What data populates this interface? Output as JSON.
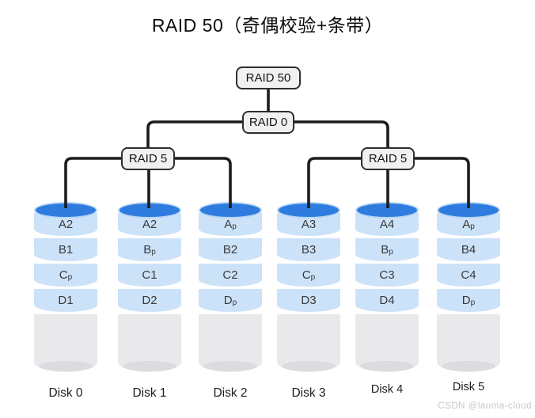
{
  "title": "RAID 50（奇偶校验+条带）",
  "tree": {
    "root": "RAID 50",
    "stripe": "RAID 0",
    "groups": [
      "RAID 5",
      "RAID 5"
    ]
  },
  "disks": [
    {
      "label": "Disk 0",
      "blocks": [
        {
          "text": "A2"
        },
        {
          "text": "B1"
        },
        {
          "text": "C",
          "sub": "p"
        },
        {
          "text": "D1"
        }
      ]
    },
    {
      "label": "Disk 1",
      "blocks": [
        {
          "text": "A2"
        },
        {
          "text": "B",
          "sub": "p"
        },
        {
          "text": "C1"
        },
        {
          "text": "D2"
        }
      ]
    },
    {
      "label": "Disk 2",
      "blocks": [
        {
          "text": "A",
          "sub": "p"
        },
        {
          "text": "B2"
        },
        {
          "text": "C2"
        },
        {
          "text": "D",
          "sub": "p"
        }
      ]
    },
    {
      "label": "Disk 3",
      "blocks": [
        {
          "text": "A3"
        },
        {
          "text": "B3"
        },
        {
          "text": "C",
          "sub": "p"
        },
        {
          "text": "D3"
        }
      ]
    },
    {
      "label": "Disk 4",
      "blocks": [
        {
          "text": "A4"
        },
        {
          "text": "B",
          "sub": "p"
        },
        {
          "text": "C3"
        },
        {
          "text": "D4"
        }
      ]
    },
    {
      "label": "Disk 5",
      "blocks": [
        {
          "text": "A",
          "sub": "p"
        },
        {
          "text": "B4"
        },
        {
          "text": "C4"
        },
        {
          "text": "D",
          "sub": "p"
        }
      ]
    }
  ],
  "watermark": "CSDN @laoma-cloud",
  "colors": {
    "disk_top": "#2e7ce0",
    "disk_band": "#cce2f8",
    "disk_empty": "#e9e9ec",
    "disk_empty_shadow": "#dcdce0",
    "connector": "#1c1c1c",
    "node_bg": "#f1f1f1",
    "node_border": "#2e2e2e",
    "watermark": "#c8c8c8"
  }
}
